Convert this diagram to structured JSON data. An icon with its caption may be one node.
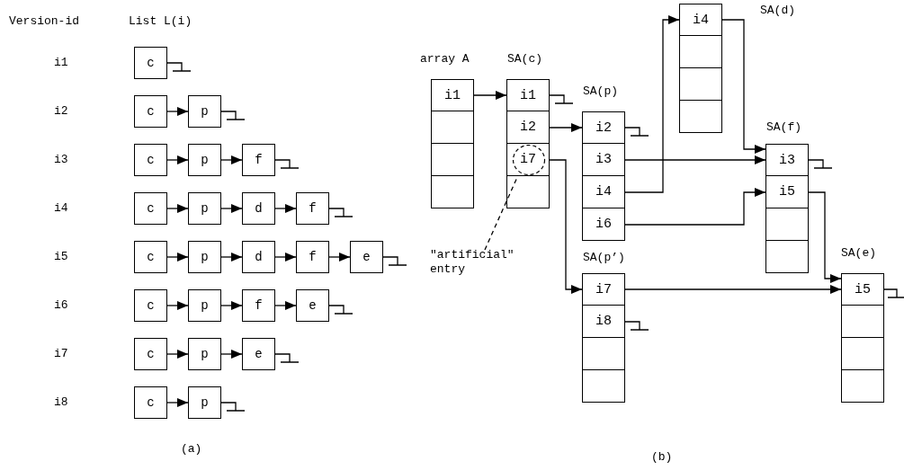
{
  "diagram": {
    "nodes": [
      {
        "text": [
          "c"
        ]
      },
      {
        "text": [
          "c"
        ]
      },
      {
        "text": [
          "p"
        ]
      },
      {
        "text": [
          "c"
        ]
      },
      {
        "text": [
          "p"
        ]
      },
      {
        "text": [
          "f"
        ]
      },
      {
        "text": [
          "c"
        ]
      },
      {
        "text": [
          "p"
        ]
      },
      {
        "text": [
          "d"
        ]
      },
      {
        "text": [
          "f"
        ]
      },
      {
        "text": [
          "c"
        ]
      },
      {
        "text": [
          "p"
        ]
      },
      {
        "text": [
          "d"
        ]
      },
      {
        "text": [
          "f"
        ]
      },
      {
        "text": [
          "e"
        ]
      },
      {
        "text": [
          "c"
        ]
      },
      {
        "text": [
          "p"
        ]
      },
      {
        "text": [
          "f"
        ]
      },
      {
        "text": [
          "e"
        ]
      },
      {
        "text": [
          "c"
        ]
      },
      {
        "text": [
          "p"
        ]
      },
      {
        "text": [
          "e"
        ]
      },
      {
        "text": [
          "c"
        ]
      },
      {
        "text": [
          "p"
        ]
      },
      {
        "text": [
          "array A"
        ]
      },
      {
        "text": [
          "i1"
        ],
        "in": 24
      },
      {
        "text": [],
        "shape": "box",
        "in": 24
      },
      {
        "text": [],
        "shape": "box",
        "in": 24
      },
      {
        "text": [],
        "shape": "box",
        "in": 24
      },
      {
        "text": [
          "SA(c)"
        ]
      },
      {
        "text": [
          "i1"
        ],
        "in": 29
      },
      {
        "text": [
          "i2"
        ],
        "in": 29
      },
      {
        "text": [
          "i7"
        ],
        "in": 29
      },
      {
        "text": [],
        "shape": "box",
        "in": 29
      },
      {
        "text": [
          "SA(p)"
        ]
      },
      {
        "text": [
          "i2"
        ],
        "in": 34
      },
      {
        "text": [
          "i3"
        ],
        "in": 34
      },
      {
        "text": [
          "i4"
        ],
        "in": 34
      },
      {
        "text": [
          "i6"
        ],
        "in": 34
      },
      {
        "text": [
          "SA(d)"
        ]
      },
      {
        "text": [
          "i4"
        ],
        "in": 39
      },
      {
        "text": [],
        "shape": "box",
        "in": 39
      },
      {
        "text": [],
        "shape": "box",
        "in": 39
      },
      {
        "text": [],
        "shape": "box",
        "in": 39
      },
      {
        "text": [
          "SA(f)"
        ]
      },
      {
        "text": [
          "i3"
        ],
        "in": 44
      },
      {
        "text": [
          "i5"
        ],
        "in": 44
      },
      {
        "text": [],
        "shape": "box",
        "in": 44
      },
      {
        "text": [],
        "shape": "box",
        "in": 44
      },
      {
        "text": [
          "SA(p’)"
        ]
      },
      {
        "text": [
          "i7"
        ],
        "in": 49
      },
      {
        "text": [
          "i8"
        ],
        "in": 49
      },
      {
        "text": [],
        "shape": "box",
        "in": 49
      },
      {
        "text": [],
        "shape": "box",
        "in": 49
      },
      {
        "text": [
          "SA(e)"
        ]
      },
      {
        "text": [
          "i5"
        ],
        "in": 54
      },
      {
        "text": [],
        "shape": "box",
        "in": 54
      },
      {
        "text": [],
        "shape": "box",
        "in": 54
      },
      {
        "text": [],
        "shape": "box",
        "in": 54
      },
      {
        "text": [
          "\"artificial\" entry"
        ]
      }
    ],
    "edges": [
      {
        "from": 0,
        "to": null,
        "arrow": "other"
      },
      {
        "from": 1,
        "to": 2,
        "arrow": "to"
      },
      {
        "from": 2,
        "to": null,
        "arrow": "other"
      },
      {
        "from": 3,
        "to": 4,
        "arrow": "to"
      },
      {
        "from": 4,
        "to": 5,
        "arrow": "to"
      },
      {
        "from": 5,
        "to": null,
        "arrow": "other"
      },
      {
        "from": 6,
        "to": 7,
        "arrow": "to"
      },
      {
        "from": 7,
        "to": 8,
        "arrow": "to"
      },
      {
        "from": 8,
        "to": 9,
        "arrow": "to"
      },
      {
        "from": 9,
        "to": null,
        "arrow": "other"
      },
      {
        "from": 10,
        "to": 11,
        "arrow": "to"
      },
      {
        "from": 11,
        "to": 12,
        "arrow": "to"
      },
      {
        "from": 12,
        "to": 13,
        "arrow": "to"
      },
      {
        "from": 13,
        "to": 14,
        "arrow": "to"
      },
      {
        "from": 14,
        "to": null,
        "arrow": "other"
      },
      {
        "from": 15,
        "to": 16,
        "arrow": "to"
      },
      {
        "from": 16,
        "to": 17,
        "arrow": "to"
      },
      {
        "from": 17,
        "to": 18,
        "arrow": "to"
      },
      {
        "from": 18,
        "to": null,
        "arrow": "other"
      },
      {
        "from": 19,
        "to": 20,
        "arrow": "to"
      },
      {
        "from": 20,
        "to": 21,
        "arrow": "to"
      },
      {
        "from": 21,
        "to": null,
        "arrow": "other"
      },
      {
        "from": 22,
        "to": 23,
        "arrow": "to"
      },
      {
        "from": 23,
        "to": null,
        "arrow": "other"
      },
      {
        "from": 25,
        "to": 30,
        "arrow": "to"
      },
      {
        "from": 30,
        "to": null,
        "arrow": "other"
      },
      {
        "from": 31,
        "to": 35,
        "arrow": "to"
      },
      {
        "from": 32,
        "to": 50,
        "arrow": "to"
      },
      {
        "from": 35,
        "to": null,
        "arrow": "other"
      },
      {
        "from": 36,
        "to": 45,
        "arrow": "to"
      },
      {
        "from": 37,
        "to": 40,
        "arrow": "to"
      },
      {
        "from": 40,
        "to": 45,
        "arrow": "to"
      },
      {
        "from": 38,
        "to": 46,
        "arrow": "to"
      },
      {
        "from": 45,
        "to": null,
        "arrow": "other"
      },
      {
        "from": 46,
        "to": 55,
        "arrow": "to"
      },
      {
        "from": 50,
        "to": 55,
        "arrow": "to"
      },
      {
        "from": 51,
        "to": null,
        "arrow": "other"
      },
      {
        "from": 55,
        "to": null,
        "arrow": "other"
      },
      {
        "from": 59,
        "to": 32,
        "arrow": "none",
        "style": "dashed"
      }
    ],
    "labels": [
      "Version-id",
      "List L(i)",
      "i1",
      "i2",
      "i3",
      "i4",
      "i5",
      "i6",
      "i7",
      "i8",
      "(a)",
      "(b)"
    ]
  }
}
